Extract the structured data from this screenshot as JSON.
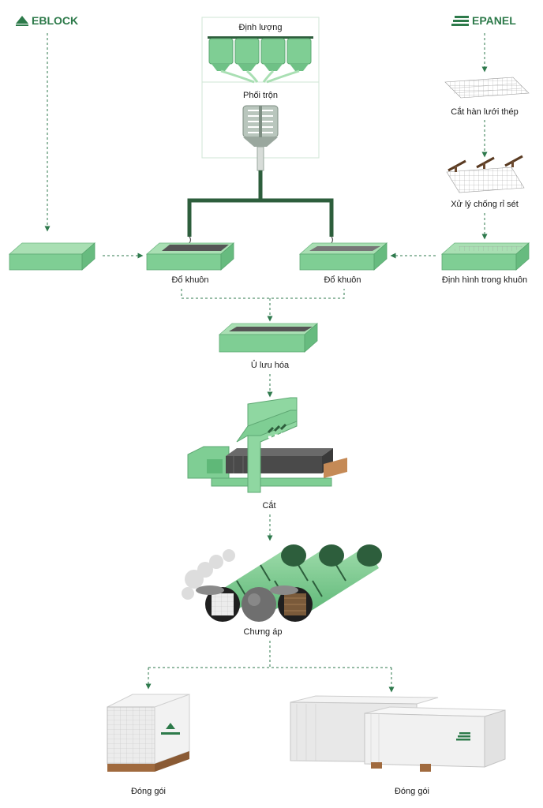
{
  "brands": {
    "eblock": "EBLOCK",
    "epanel": "EPANEL"
  },
  "stages": {
    "dosing": "Định lượng",
    "mixing": "Phối trộn",
    "mesh_weld": "Cắt hàn lưới thép",
    "rust_treat": "Xử lý chống rỉ sét",
    "shape_in_mold": "Định hình trong khuôn",
    "pour_left": "Đổ khuôn",
    "pour_right": "Đổ khuôn",
    "curing": "Ủ lưu hóa",
    "cutting": "Cắt",
    "autoclave": "Chưng áp",
    "pack_left": "Đóng gói",
    "pack_right": "Đóng gói"
  },
  "colors": {
    "green_light": "#a9dfb3",
    "green_mid": "#7fce94",
    "green_dark": "#2d5e3c",
    "arrow": "#2f7a4d"
  }
}
